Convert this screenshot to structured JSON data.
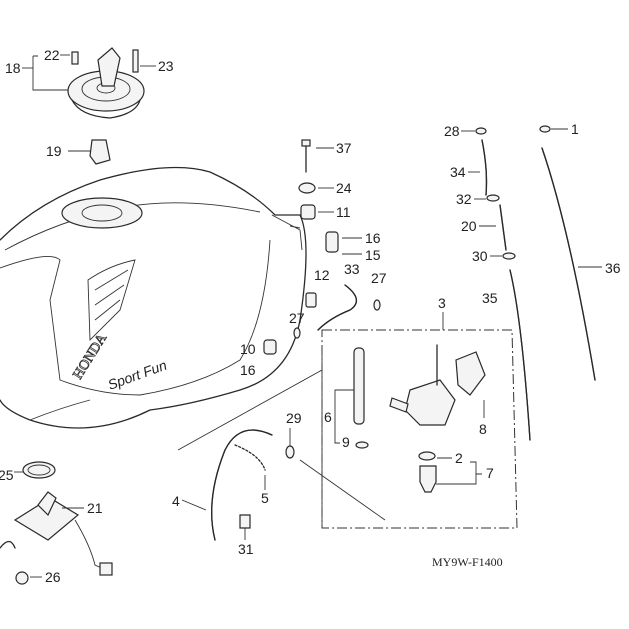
{
  "diagram": {
    "code": "MY9W-F1400",
    "logo_text": "HONDA",
    "logo_script": "Sport Fun",
    "labels": [
      "22",
      "23",
      "18",
      "19",
      "37",
      "24",
      "11",
      "16",
      "15",
      "12",
      "33",
      "27",
      "27",
      "10",
      "16",
      "3",
      "28",
      "1",
      "34",
      "32",
      "20",
      "30",
      "36",
      "35",
      "6",
      "8",
      "9",
      "29",
      "2",
      "7",
      "25",
      "21",
      "4",
      "5",
      "31",
      "26"
    ]
  }
}
